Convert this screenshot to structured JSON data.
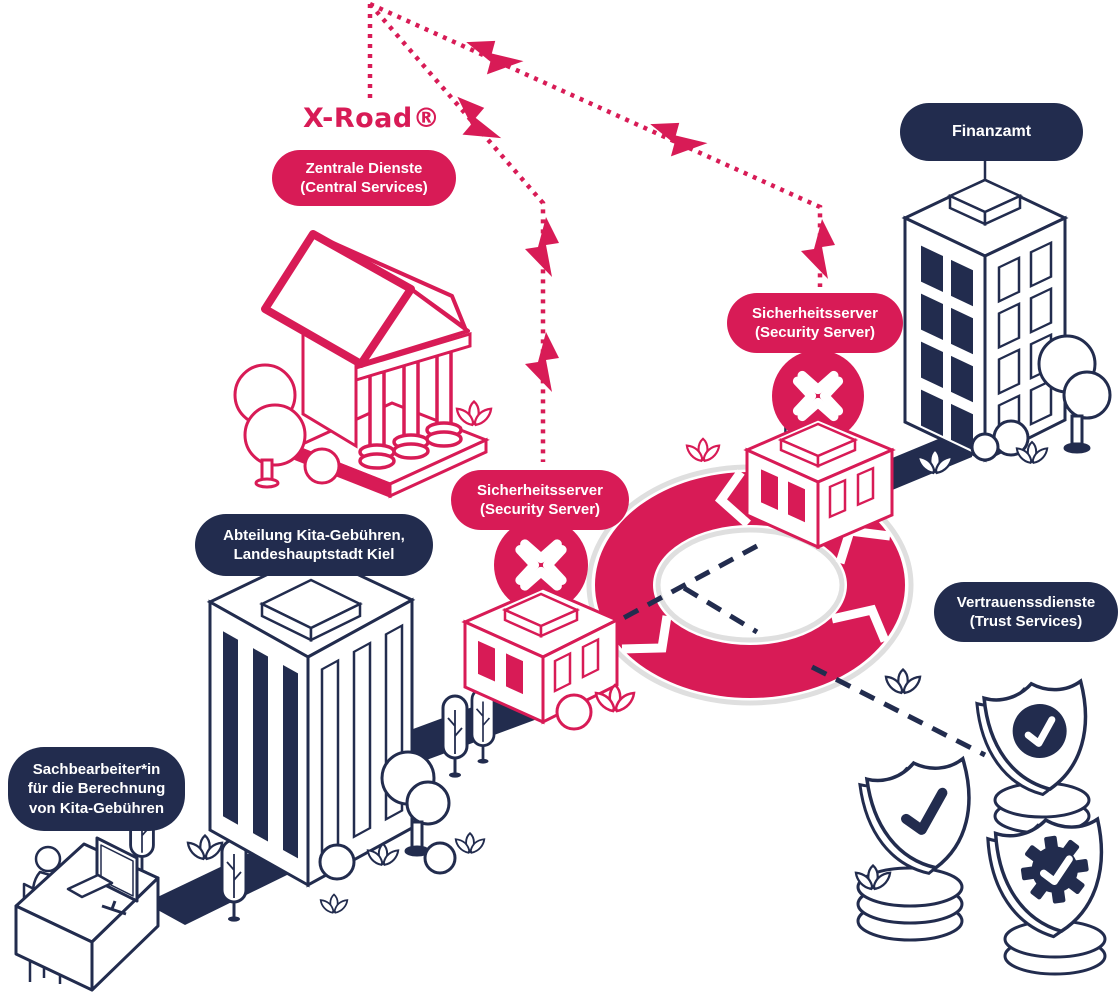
{
  "diagram": {
    "title": "X-Road®",
    "badges": {
      "central_services": {
        "lines": [
          "Zentrale Dienste",
          "(Central Services)"
        ]
      },
      "finanzamt": {
        "lines": [
          "Finanzamt"
        ]
      },
      "security_server_right": {
        "lines": [
          "Sicherheitsserver",
          "(Security Server)"
        ]
      },
      "security_server_left": {
        "lines": [
          "Sicherheitsserver",
          "(Security Server)"
        ]
      },
      "kita_department": {
        "lines": [
          "Abteilung Kita-Gebühren,",
          "Landeshauptstadt Kiel"
        ]
      },
      "trust_services": {
        "lines": [
          "Vertrauenssdienste",
          "(Trust Services)"
        ]
      },
      "clerk": {
        "lines": [
          "Sachbearbeiter*in",
          "für die Berechnung",
          "von Kita-Gebühren"
        ]
      }
    },
    "colors": {
      "accent_pink": "#d81b56",
      "navy": "#222c4e",
      "ring_shadow": "#dfdfdf",
      "background": "#ffffff"
    },
    "icons": {
      "x_road_logo": "✕",
      "lightning_bolt": "⚡",
      "checkmark": "✓",
      "circle_checkmark": "✓",
      "gear_checkmark": "⚙",
      "shield": "🛡",
      "lotus_flower": "❀",
      "tree": "🌳"
    }
  }
}
